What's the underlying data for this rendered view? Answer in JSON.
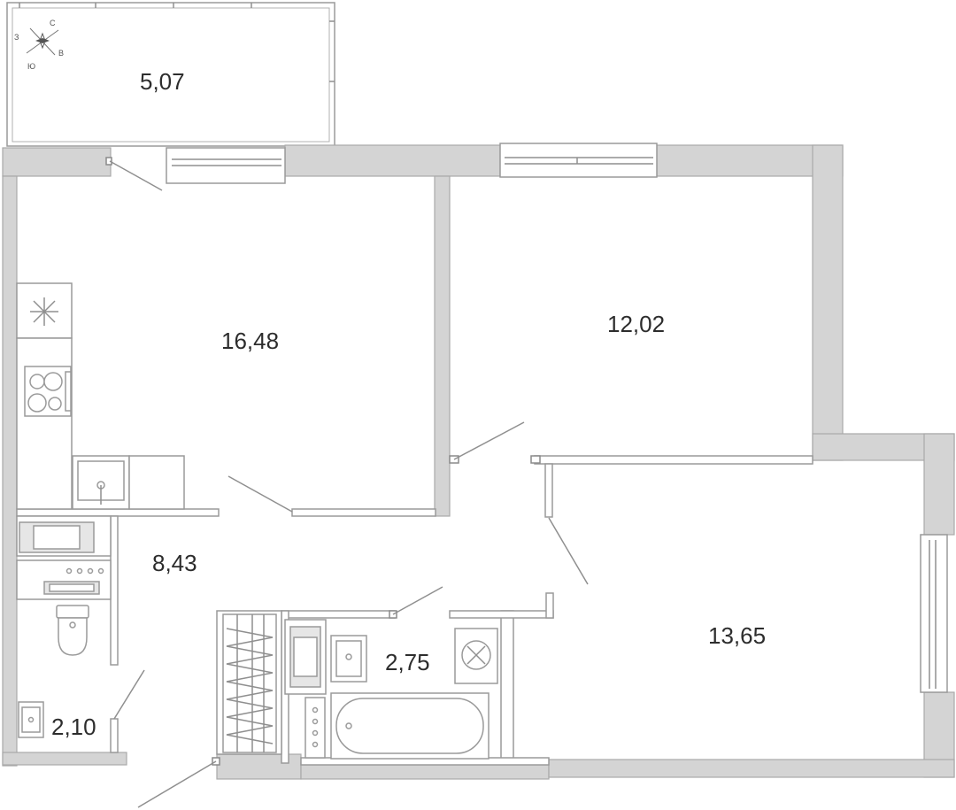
{
  "plan": {
    "compass": {
      "north": "С",
      "east": "В",
      "south": "Ю",
      "west": "З"
    },
    "rooms": [
      {
        "id": "balcony",
        "area": "5,07"
      },
      {
        "id": "kitchen-living",
        "area": "16,48"
      },
      {
        "id": "bedroom-1",
        "area": "12,02"
      },
      {
        "id": "bedroom-2",
        "area": "13,65"
      },
      {
        "id": "hallway",
        "area": "8,43"
      },
      {
        "id": "bathroom",
        "area": "2,75"
      },
      {
        "id": "toilet",
        "area": "2,10"
      }
    ]
  }
}
